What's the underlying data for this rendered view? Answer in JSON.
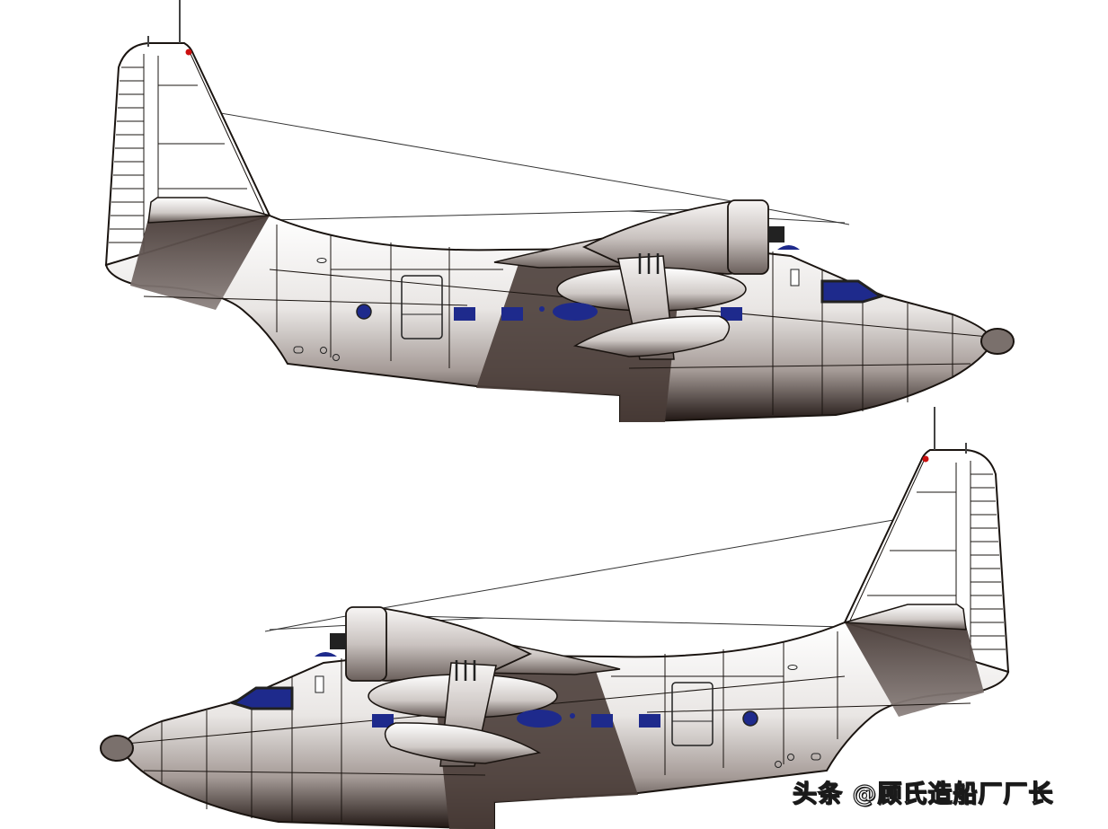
{
  "illustration": {
    "subject": "Amphibian flying boat side profile",
    "views": [
      {
        "id": "top",
        "orientation": "nose-right"
      },
      {
        "id": "bottom",
        "orientation": "nose-left"
      }
    ],
    "colors": {
      "background": "#ffffff",
      "hull_light": "#f4f2f1",
      "hull_mid": "#a69c98",
      "hull_dark": "#2a1f1c",
      "shadow": "#4a3d39",
      "window_blue": "#1e2a8c",
      "nav_light_red": "#cc1010",
      "outline": "#1a1410"
    }
  },
  "watermark": {
    "text": "头条 @顾氏造船厂厂长"
  }
}
